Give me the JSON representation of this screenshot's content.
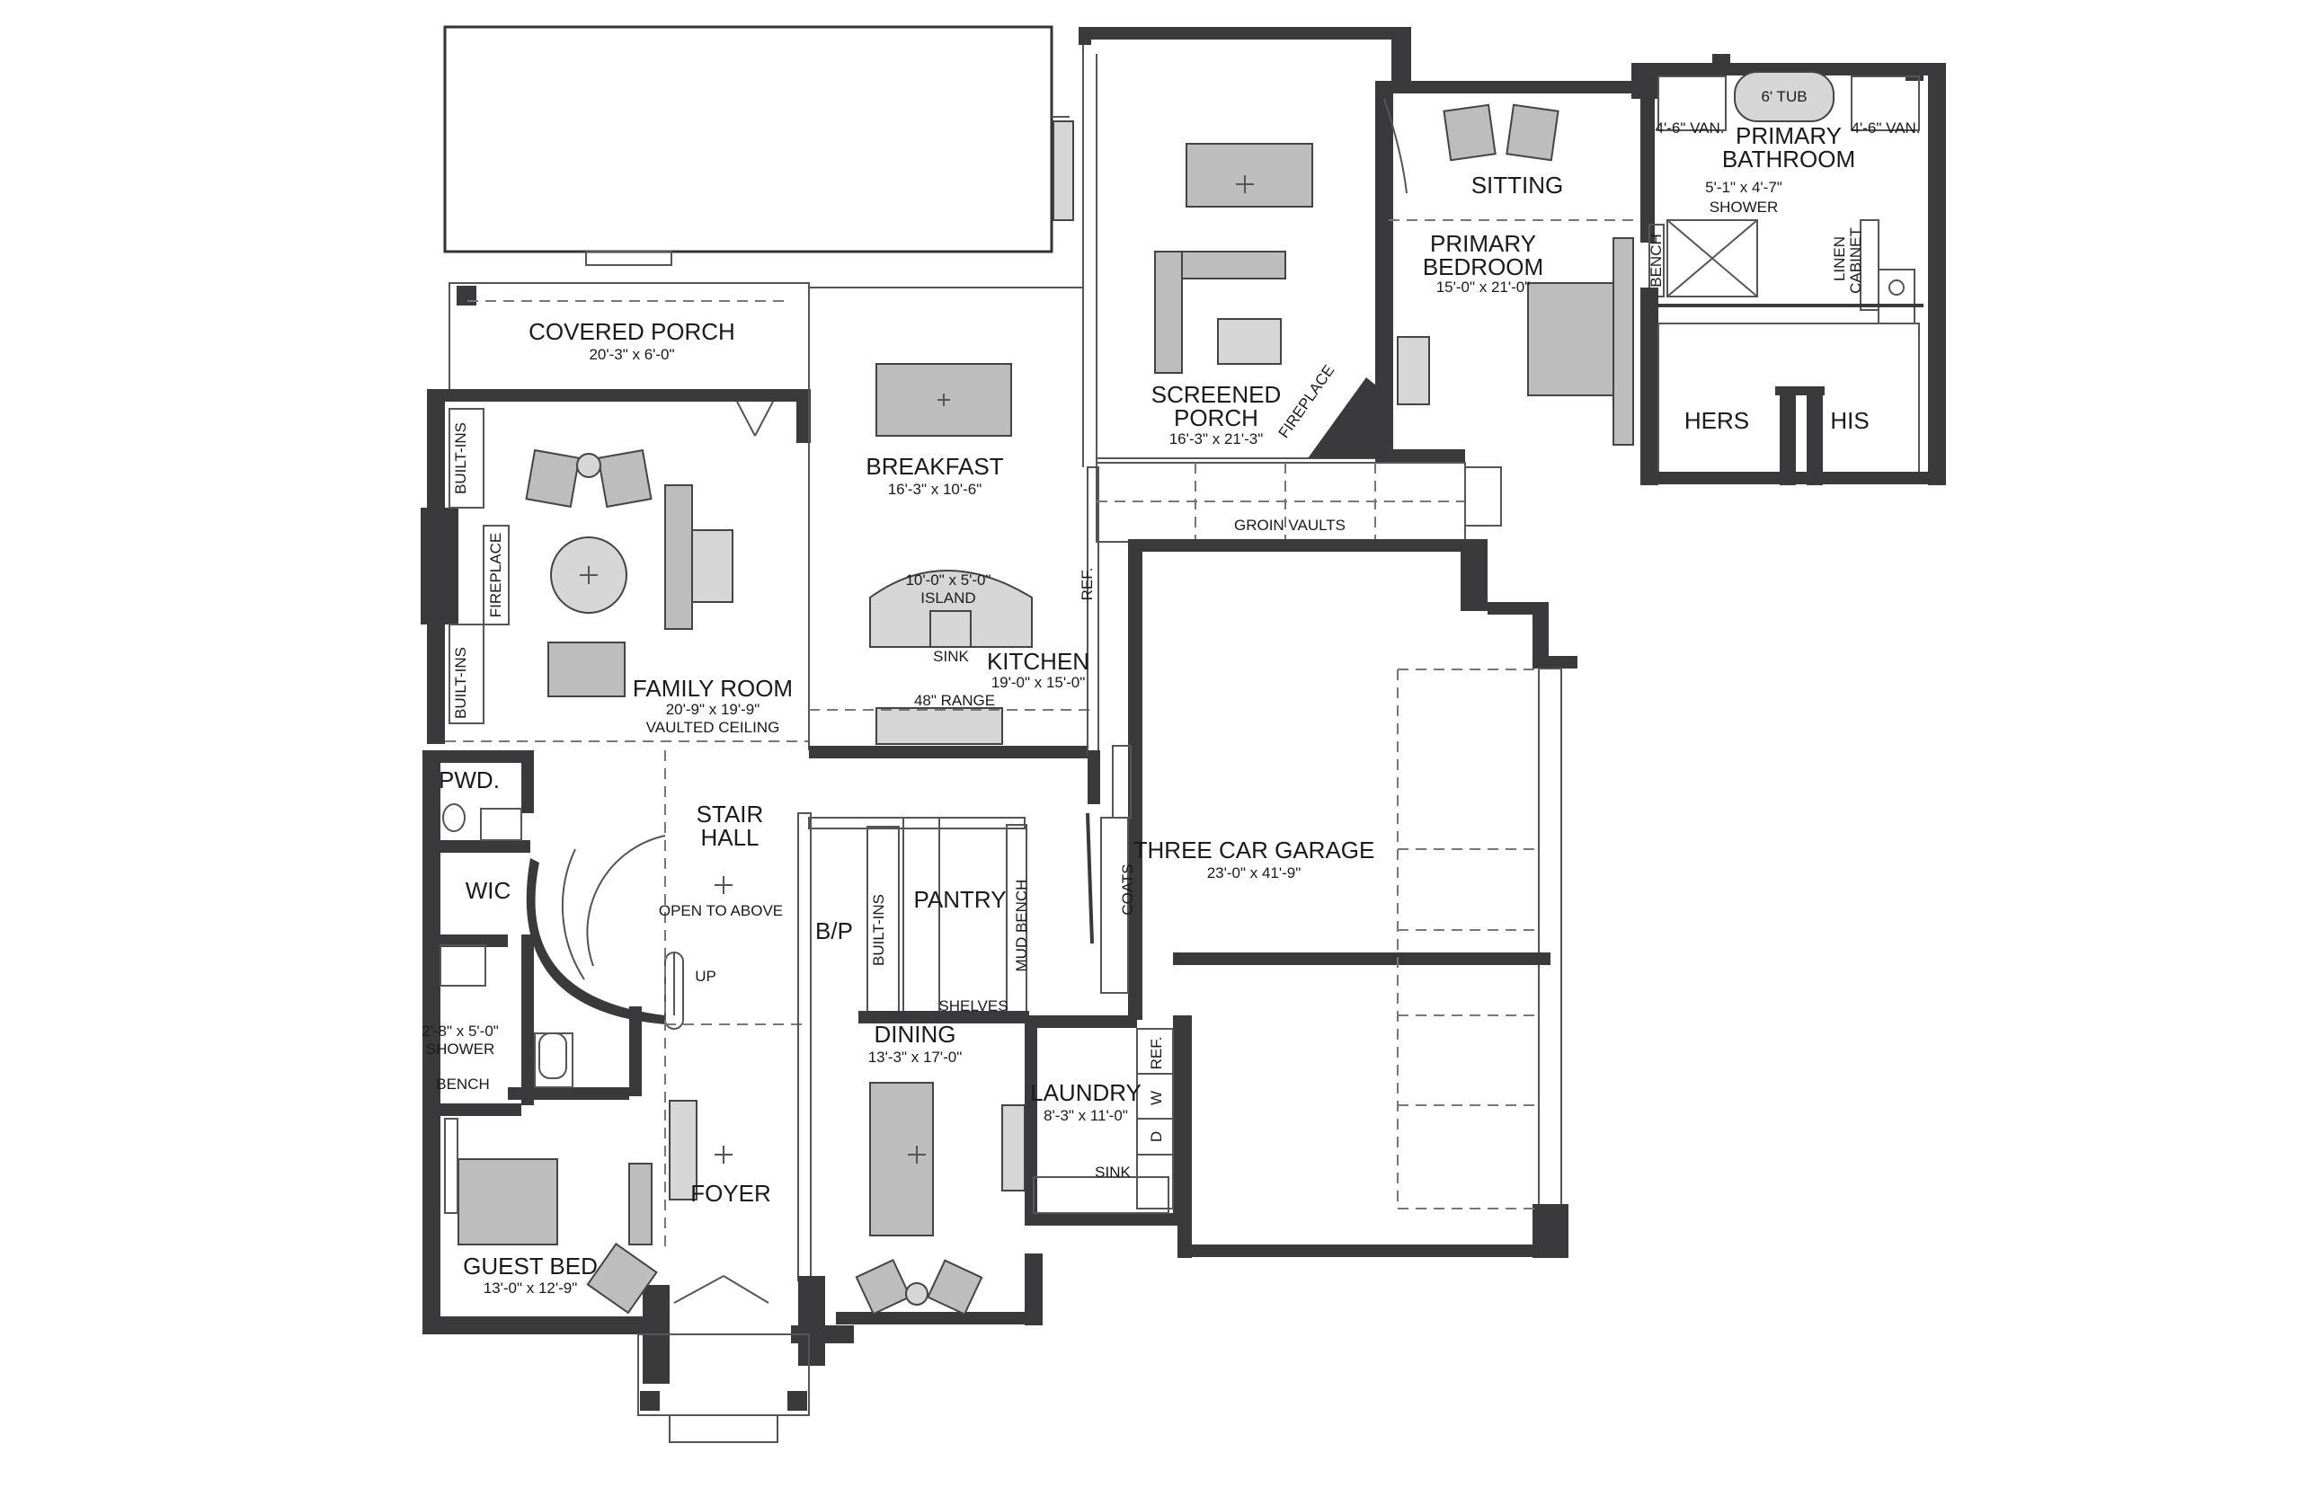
{
  "rooms": {
    "covered_porch_rear": {
      "name": "COVERED PORCH",
      "dim": "20'-3\" x 6'-0\""
    },
    "breakfast": {
      "name": "BREAKFAST",
      "dim": "16'-3\" x 10'-6\""
    },
    "screened_porch": {
      "name1": "SCREENED",
      "name2": "PORCH",
      "dim": "16'-3\" x 21'-3\""
    },
    "sitting": {
      "name": "SITTING"
    },
    "primary_bedroom": {
      "name1": "PRIMARY",
      "name2": "BEDROOM",
      "dim": "15'-0\" x 21'-0\""
    },
    "primary_bathroom": {
      "name1": "PRIMARY",
      "name2": "BATHROOM"
    },
    "tub": {
      "label": "6' TUB"
    },
    "vanity_left": {
      "label": "4'-6\" VAN."
    },
    "vanity_right": {
      "label": "4'-6\" VAN."
    },
    "primary_shower": {
      "dim": "5'-1\" x 4'-7\"",
      "label": "SHOWER"
    },
    "bath_bench": {
      "label": "BENCH"
    },
    "linen": {
      "line1": "LINEN",
      "line2": "CABINET"
    },
    "hers": {
      "name": "HERS"
    },
    "his": {
      "name": "HIS"
    },
    "family_room": {
      "name": "FAMILY ROOM",
      "dim": "20'-9\" x 19'-9\"",
      "note": "VAULTED CEILING"
    },
    "builtins_top": {
      "label": "BUILT-INS"
    },
    "builtins_bottom": {
      "label": "BUILT-INS"
    },
    "fireplace_family": {
      "label": "FIREPLACE"
    },
    "fireplace_porch": {
      "label": "FIREPLACE"
    },
    "island": {
      "dim": "10'-0\" x 5'-0\"",
      "label": "ISLAND"
    },
    "sink_kitchen": {
      "label": "SINK"
    },
    "kitchen": {
      "name": "KITCHEN",
      "dim": "19'-0\" x 15'-0\""
    },
    "range": {
      "label": "48\" RANGE"
    },
    "ref_kitchen": {
      "label": "REF."
    },
    "groin_vaults": {
      "label": "GROIN VAULTS"
    },
    "garage": {
      "name": "THREE CAR GARAGE",
      "dim": "23'-0\" x 41'-9\""
    },
    "pwd": {
      "name": "PWD."
    },
    "stair_hall": {
      "name1": "STAIR",
      "name2": "HALL",
      "note": "OPEN TO ABOVE"
    },
    "up": {
      "label": "UP"
    },
    "wic": {
      "name": "WIC"
    },
    "bp": {
      "name": "B/P"
    },
    "pantry": {
      "name": "PANTRY"
    },
    "pantry_builtins": {
      "label": "BUILT-INS"
    },
    "mud_bench": {
      "label": "MUD BENCH"
    },
    "shelves": {
      "label": "SHELVES"
    },
    "coats": {
      "label": "COATS"
    },
    "guest_shower": {
      "dim": "2'-8\" x 5'-0\"",
      "label": "SHOWER"
    },
    "guest_bench": {
      "label": "BENCH"
    },
    "dining": {
      "name": "DINING",
      "dim": "13'-3\" x 17'-0\""
    },
    "laundry": {
      "name": "LAUNDRY",
      "dim": "8'-3\" x 11'-0\""
    },
    "laundry_ref": {
      "label": "REF."
    },
    "laundry_w": {
      "label": "W"
    },
    "laundry_d": {
      "label": "D"
    },
    "laundry_sink": {
      "label": "SINK"
    },
    "foyer": {
      "name": "FOYER"
    },
    "guest_bed": {
      "name": "GUEST BED",
      "dim": "13'-0\" x 12'-9\""
    }
  },
  "colors": {
    "wall": "#3a3a3c",
    "furniture": "#bdbdbd",
    "background": "#ffffff"
  }
}
